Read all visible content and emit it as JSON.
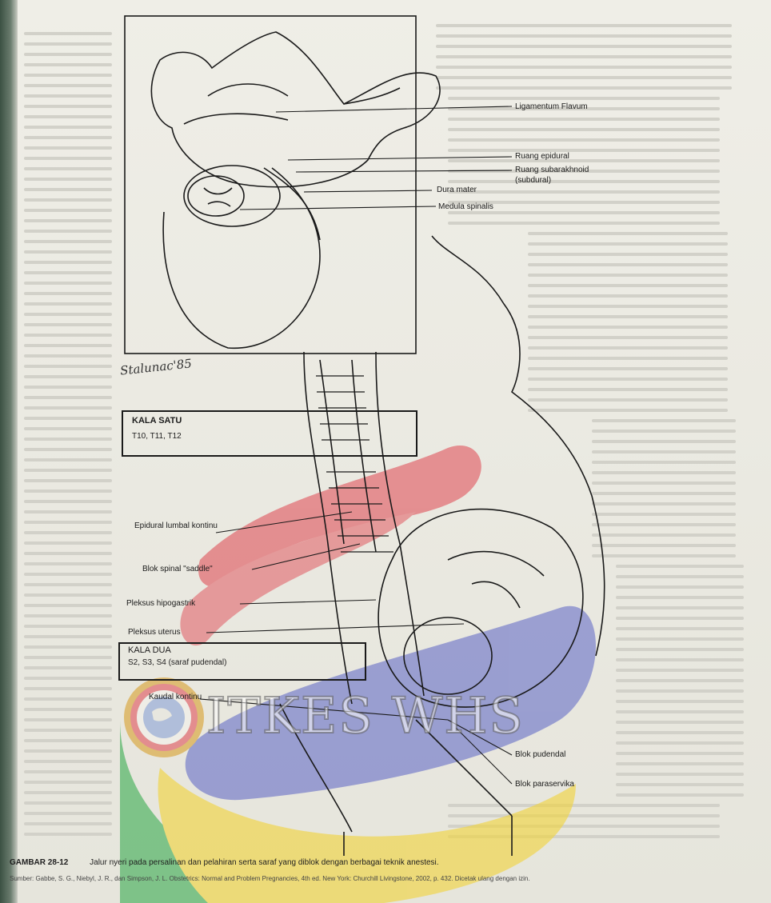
{
  "labels": {
    "ligamentum_flavum": "Ligamentum Flavum",
    "ruang_epidural": "Ruang epidural",
    "ruang_subarakhnoid": "Ruang subarakhnoid",
    "subdural": "(subdural)",
    "dura_mater": "Dura mater",
    "medula_spinalis": "Medula spinalis",
    "epidural_lumbal": "Epidural lumbal kontinu",
    "blok_spinal": "Blok spinal \"saddle\"",
    "pleksus_hipogastrik": "Pleksus hipogastrik",
    "pleksus_uterus": "Pleksus uterus",
    "kaudal_kontinu": "Kaudal kontinu",
    "blok_pudendal": "Blok pudendal",
    "blok_paraservika": "Blok paraservika"
  },
  "kala_satu": {
    "title": "KALA SATU",
    "nerves": "T10, T11, T12"
  },
  "kala_dua": {
    "title": "KALA DUA",
    "nerves": "S2, S3, S4 (saraf pudendal)"
  },
  "signature": "Stalunac'85",
  "caption": {
    "figure_number": "GAMBAR 28-12",
    "text": "Jalur nyeri pada persalinan dan pelahiran serta saraf yang diblok dengan berbagai teknik anestesi."
  },
  "source": "Sumber: Gabbe, S. G., Niebyl, J. R., dan Simpson, J. L. Obstetrics: Normal and Problem Pregnancies, 4th ed. New York: Churchill Livingstone, 2002, p. 432. Dicetak ulang dengan izin.",
  "watermark": {
    "text": "ITKES WHS",
    "colors": {
      "red": "#e0575f",
      "blue": "#6a72c8",
      "green": "#3fae55",
      "yellow": "#f1d43c",
      "gold": "#d9a233"
    }
  }
}
